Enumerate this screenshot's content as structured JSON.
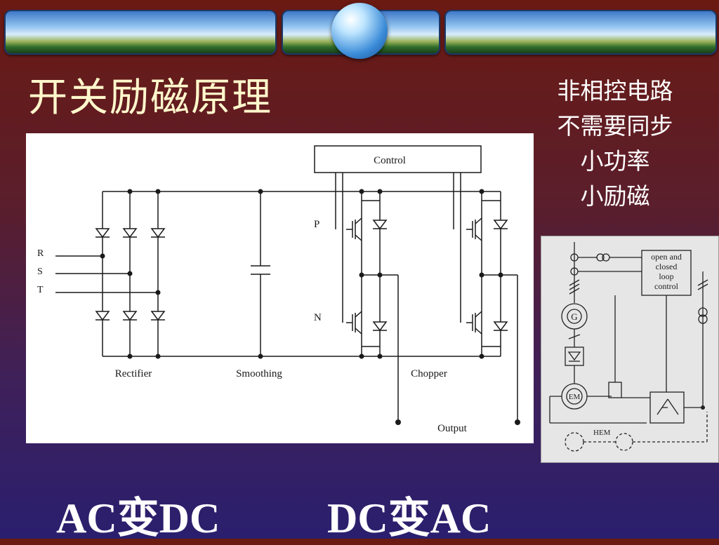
{
  "slide": {
    "title": "开关励磁原理",
    "notes": [
      "非相控电路",
      "不需要同步",
      "小功率",
      "小励磁"
    ],
    "left_caption": "AC变DC",
    "right_caption": "DC变AC"
  },
  "circuit": {
    "control": "Control",
    "inputs": [
      "R",
      "S",
      "T"
    ],
    "switch_p": "P",
    "switch_n": "N",
    "rectifier": "Rectifier",
    "smoothing": "Smoothing",
    "chopper": "Chopper",
    "output": "Output"
  },
  "inset": {
    "control_lines": [
      "open and",
      "closed",
      "loop",
      "control"
    ],
    "generator": "G",
    "exciter": "EM",
    "hem": "HEM"
  },
  "colors": {
    "title": "#fff8cc",
    "text": "#ffffff",
    "line": "#1a1a1a"
  }
}
